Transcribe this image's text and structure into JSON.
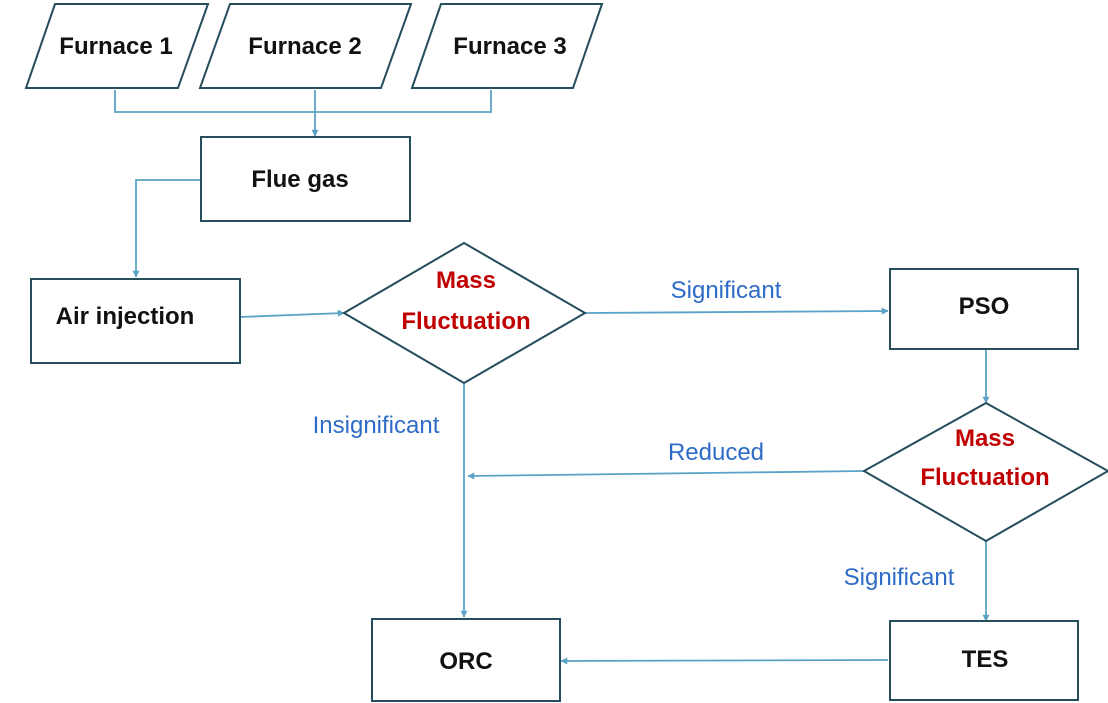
{
  "colors": {
    "node_stroke": "#264d5c",
    "edge": "#5ba3c6",
    "decision_text": "#c00000",
    "edge_label_text": "#2e6bc6",
    "node_text": "#111111"
  },
  "nodes": {
    "furnace1": {
      "label": "Furnace 1",
      "shape": "parallelogram"
    },
    "furnace2": {
      "label": "Furnace 2",
      "shape": "parallelogram"
    },
    "furnace3": {
      "label": "Furnace 3",
      "shape": "parallelogram"
    },
    "flue_gas": {
      "label": "Flue gas",
      "shape": "rectangle"
    },
    "air_injection": {
      "label": "Air injection",
      "shape": "rectangle"
    },
    "mass_fluctuation_1": {
      "label_line1": "Mass",
      "label_line2": "Fluctuation",
      "shape": "diamond"
    },
    "pso": {
      "label": "PSO",
      "shape": "rectangle"
    },
    "mass_fluctuation_2": {
      "label_line1": "Mass",
      "label_line2": "Fluctuation",
      "shape": "diamond"
    },
    "orc": {
      "label": "ORC",
      "shape": "rectangle"
    },
    "tes": {
      "label": "TES",
      "shape": "rectangle"
    }
  },
  "edges": [
    {
      "from": "furnace1",
      "to": "flue_gas",
      "label": ""
    },
    {
      "from": "furnace2",
      "to": "flue_gas",
      "label": ""
    },
    {
      "from": "furnace3",
      "to": "flue_gas",
      "label": ""
    },
    {
      "from": "flue_gas",
      "to": "air_injection",
      "label": ""
    },
    {
      "from": "air_injection",
      "to": "mass_fluctuation_1",
      "label": ""
    },
    {
      "from": "mass_fluctuation_1",
      "to": "pso",
      "label": "Significant"
    },
    {
      "from": "mass_fluctuation_1",
      "to": "orc",
      "label": "Insignificant"
    },
    {
      "from": "pso",
      "to": "mass_fluctuation_2",
      "label": ""
    },
    {
      "from": "mass_fluctuation_2",
      "to": "orc",
      "label": "Reduced"
    },
    {
      "from": "mass_fluctuation_2",
      "to": "tes",
      "label": "Significant"
    },
    {
      "from": "tes",
      "to": "orc",
      "label": ""
    }
  ]
}
